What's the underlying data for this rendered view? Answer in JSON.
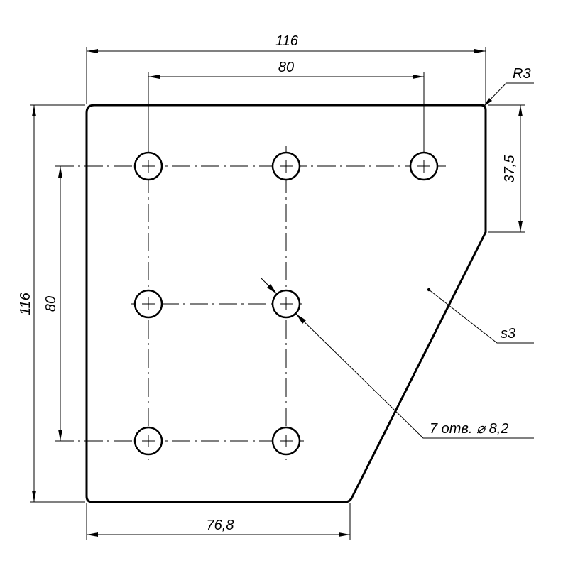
{
  "drawing": {
    "dimensions": {
      "overall_width": "116",
      "hole_span_horizontal": "80",
      "overall_height": "116",
      "hole_span_vertical": "80",
      "right_edge_height": "37,5",
      "bottom_edge_width": "76,8",
      "corner_radius": "R3"
    },
    "notes": {
      "thickness": "s3",
      "holes": "7 отв. ⌀ 8,2"
    }
  }
}
